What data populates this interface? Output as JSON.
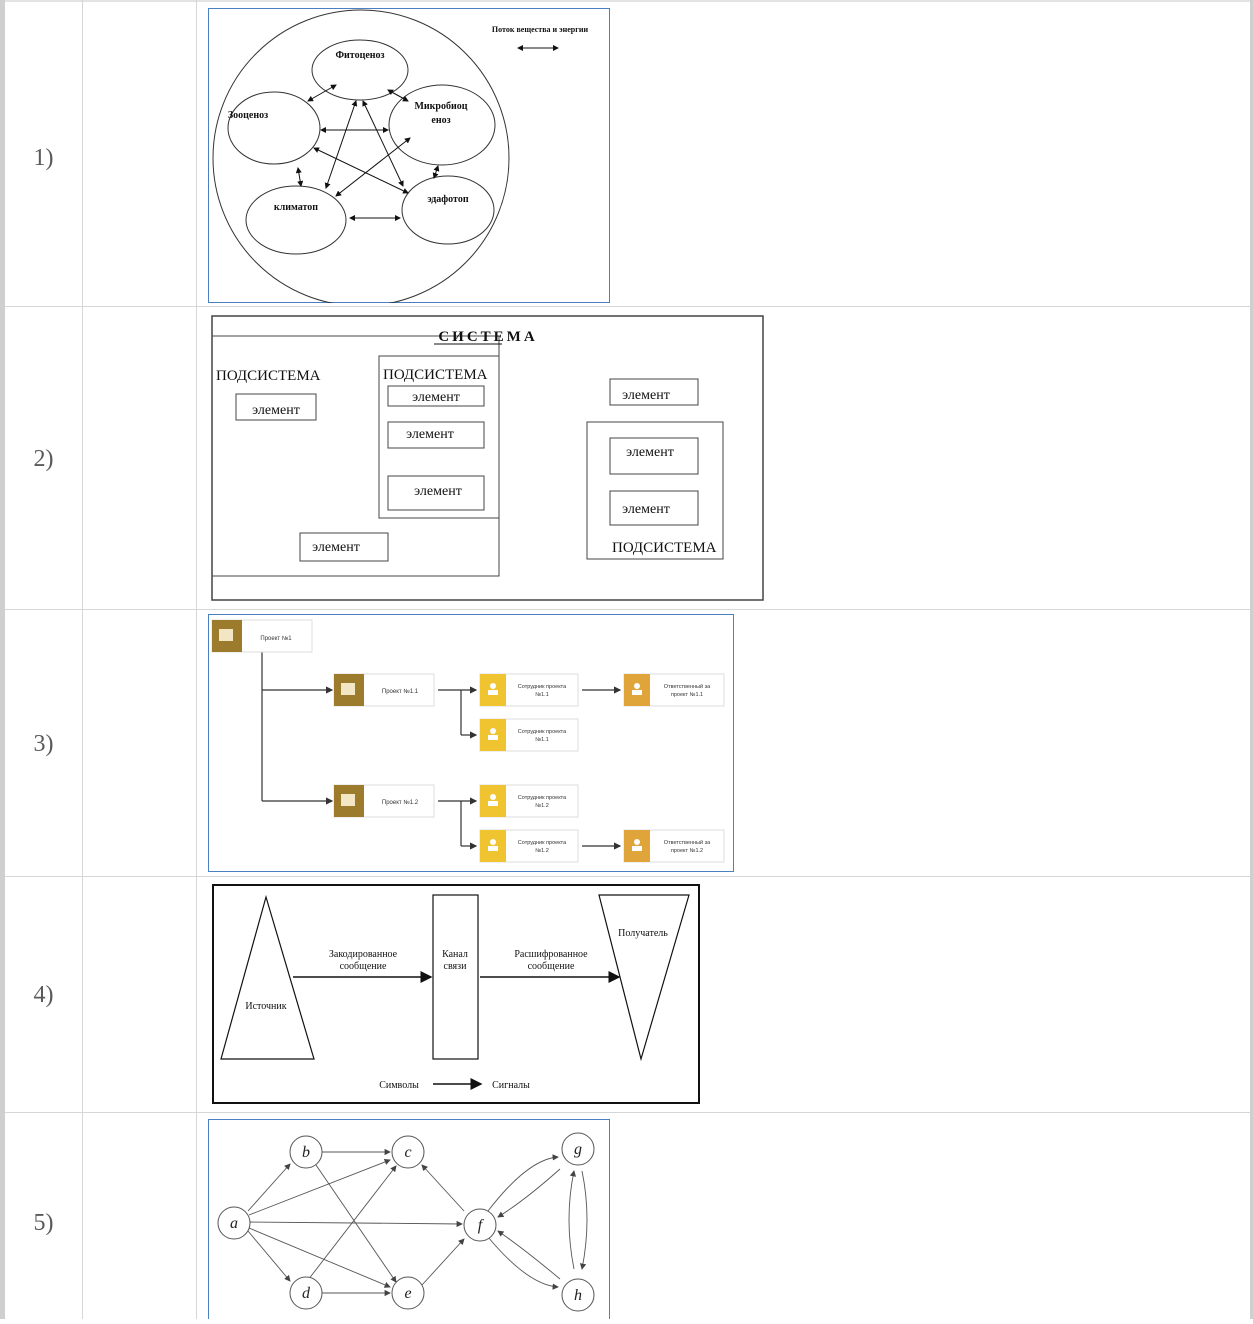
{
  "rows": [
    {
      "number": "1)",
      "diagram": {
        "legend": "Поток вещества и энергии",
        "nodes": [
          "Фитоценоз",
          "Зооценоз",
          "Микробиоц",
          "еноз",
          "климатоп",
          "эдафотоп"
        ]
      }
    },
    {
      "number": "2)",
      "diagram": {
        "title": "СИСТЕМА",
        "subsystem_label": "ПОДСИСТЕМА",
        "element_label": "элемент"
      }
    },
    {
      "number": "3)",
      "diagram": {
        "root": "Проект №1",
        "project_1": "Проект №1.1",
        "project_2": "Проект №1.2",
        "employee_1a": "Сотрудник проекта",
        "employee_1a_sub": "№1.1",
        "employee_1b": "Сотрудник проекта",
        "employee_1b_sub": "№1.1",
        "employee_2a": "Сотрудник проекта",
        "employee_2a_sub": "№1.2",
        "employee_2b": "Сотрудник проекта",
        "employee_2b_sub": "№1.2",
        "responsible_1": "Ответственный за",
        "responsible_1_sub": "проект №1.1",
        "responsible_2": "Ответственный за",
        "responsible_2_sub": "проект №1.2"
      }
    },
    {
      "number": "4)",
      "diagram": {
        "source": "Источник",
        "encoded": "Закодированное",
        "encoded_2": "сообщение",
        "channel": "Канал",
        "channel_2": "связи",
        "decoded": "Расшифрованное",
        "decoded_2": "сообщение",
        "receiver": "Получатель",
        "symbols": "Символы",
        "signals": "Сигналы"
      }
    },
    {
      "number": "5)",
      "diagram": {
        "nodes": [
          "a",
          "b",
          "c",
          "d",
          "e",
          "f",
          "g",
          "h"
        ]
      }
    }
  ]
}
